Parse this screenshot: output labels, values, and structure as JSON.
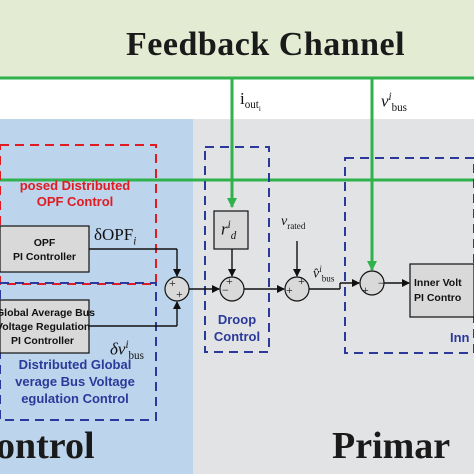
{
  "header": {
    "title": "Feedback Channel"
  },
  "signals": {
    "i_out": "i",
    "i_out_sub": "out",
    "i_out_sub2": "i",
    "v_bus": "v",
    "v_bus_sub": "bus",
    "v_bus_sup": "i",
    "v_rated": "v",
    "v_rated_sub": "rated",
    "v_hat": "v̂",
    "v_hat_sub": "bus",
    "v_hat_sup": "i",
    "r_d": "r",
    "r_d_sub": "d",
    "r_d_sup": "i",
    "delta_opf": "δOPF",
    "delta_opf_sub": "i",
    "delta_v": "δv",
    "delta_v_sub": "bus",
    "delta_v_sup": "i"
  },
  "blocks": {
    "opf_controller": {
      "line1": "OPF",
      "line2": "PI Controller"
    },
    "global_avg_controller": {
      "line1": "Global Average Bus",
      "line2": "Voltage Regulation",
      "line3": "PI Controller"
    },
    "inner_voltage": {
      "line1": "Inner Volt",
      "line2": "PI Contro"
    }
  },
  "regions": {
    "proposed_opf": {
      "line1": "posed Distributed",
      "line2": "OPF Control"
    },
    "distributed_global": {
      "line1": "Distributed Global",
      "line2": "verage Bus Voltage",
      "line3": "egulation Control"
    },
    "droop": {
      "line1": "Droop",
      "line2": "Control"
    },
    "inner_cut": "Inn"
  },
  "footer": {
    "left": "ontrol",
    "right": "Primar"
  },
  "colors": {
    "feedback_bg": "#e3ebd2",
    "secondary_bg": "#bcd4ec",
    "primary_bg": "#e2e3e5",
    "green": "#2fb24c",
    "red": "#e11b22",
    "blue": "#2b3a9a"
  }
}
